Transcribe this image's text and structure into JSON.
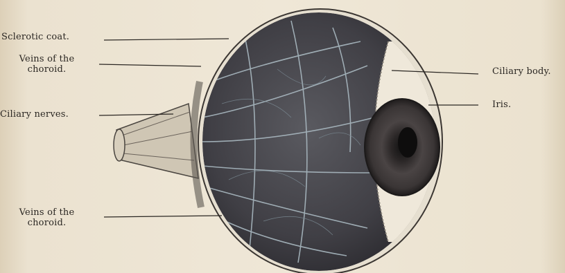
{
  "labels": {
    "sclerotic_coat": "Sclerotic coat.",
    "veins_choroid_top_line1": "Veins of the",
    "veins_choroid_top_line2": "choroid.",
    "ciliary_nerves": "Ciliary nerves.",
    "veins_choroid_bottom_line1": "Veins of the",
    "veins_choroid_bottom_line2": "choroid.",
    "ciliary_body": "Ciliary body.",
    "iris": "Iris."
  },
  "colors": {
    "paper": "#ece3d2",
    "ink": "#2a2622",
    "choroid_dark": "#3e3e44",
    "choroid_vessel": "#8fa2ad",
    "ciliary_region": "#f2ecdf",
    "iris_dark": "#2f2b2c"
  }
}
